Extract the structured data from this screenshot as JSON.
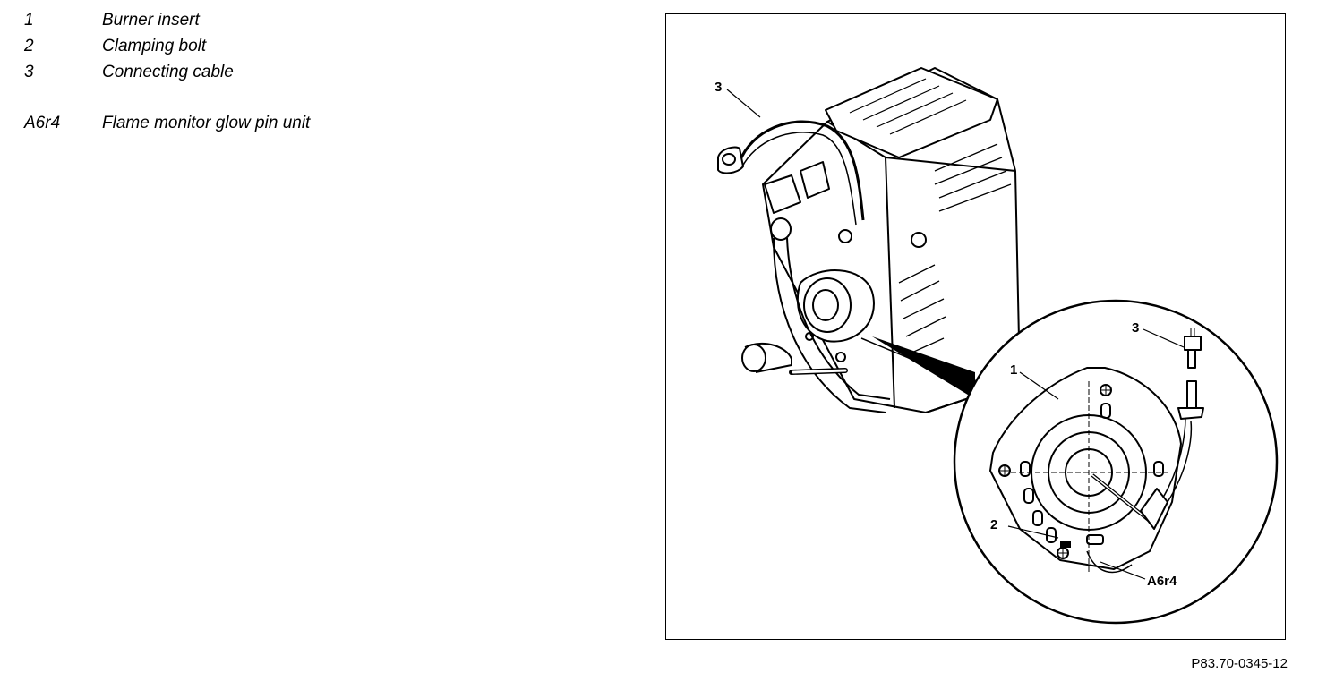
{
  "legend": {
    "items": [
      {
        "key": "1",
        "text": "Burner insert"
      },
      {
        "key": "2",
        "text": "Clamping bolt"
      },
      {
        "key": "3",
        "text": "Connecting cable"
      },
      {
        "key": "A6r4",
        "text": "Flame monitor glow pin unit"
      }
    ]
  },
  "figure": {
    "callouts": {
      "cable_main": "3",
      "insert": "1",
      "cable_detail": "3",
      "bolt": "2",
      "glow_pin": "A6r4"
    },
    "reference": "P83.70-0345-12"
  }
}
